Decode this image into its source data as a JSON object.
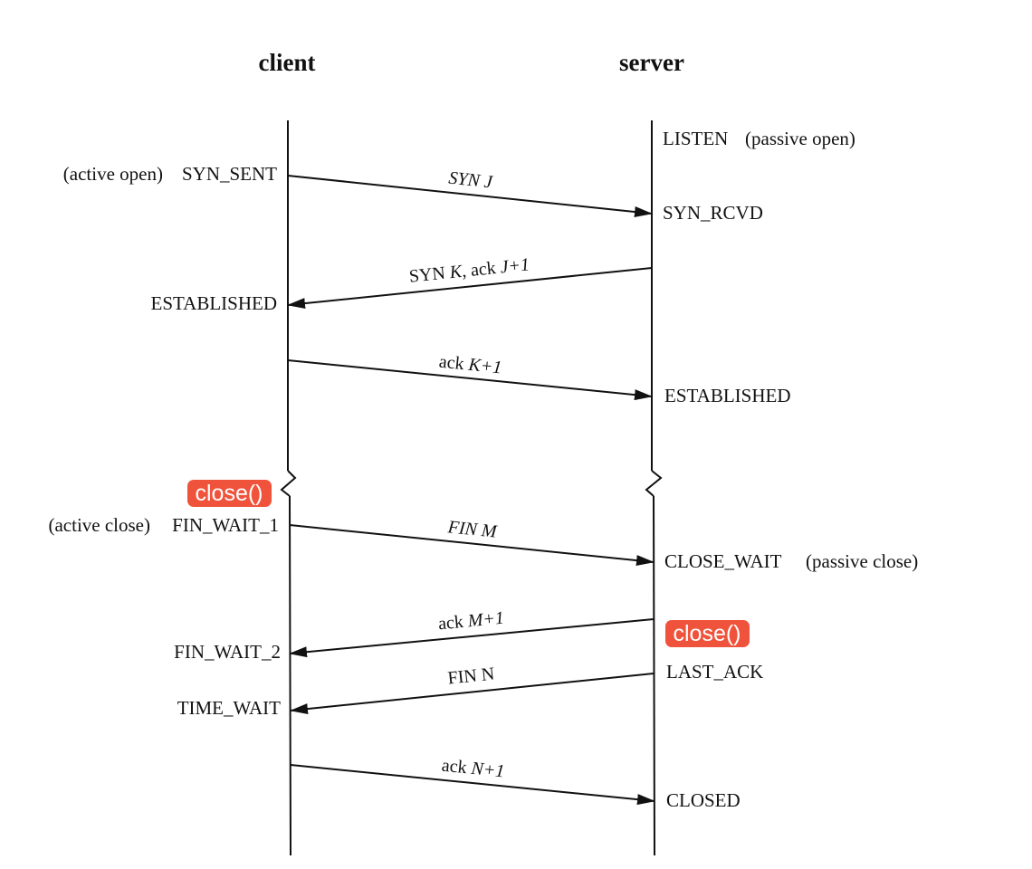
{
  "lanes": {
    "client_label": "client",
    "server_label": "server"
  },
  "client_states": {
    "syn_sent_note": "(active open)",
    "syn_sent": "SYN_SENT",
    "established": "ESTABLISHED",
    "fin_wait_1_note": "(active close)",
    "fin_wait_1": "FIN_WAIT_1",
    "fin_wait_2": "FIN_WAIT_2",
    "time_wait": "TIME_WAIT"
  },
  "server_states": {
    "listen": "LISTEN",
    "listen_note": "(passive open)",
    "syn_rcvd": "SYN_RCVD",
    "established": "ESTABLISHED",
    "close_wait": "CLOSE_WAIT",
    "close_wait_note": "(passive close)",
    "last_ack": "LAST_ACK",
    "closed": "CLOSED"
  },
  "calls": {
    "client_close": "close()",
    "server_close": "close()",
    "color": "#f0533b"
  },
  "messages": {
    "syn": {
      "prefix": "SYN ",
      "value": "J"
    },
    "syn_ack": {
      "syn": "SYN ",
      "k": "K",
      "ack": ", ack ",
      "j1": "J+1"
    },
    "ack_k": {
      "prefix": "ack ",
      "value": "K+1"
    },
    "fin_m": {
      "prefix": "FIN ",
      "value": "M"
    },
    "ack_m": {
      "prefix": "ack ",
      "value": "M+1"
    },
    "fin_n": {
      "prefix": "FIN ",
      "value": "N"
    },
    "ack_n": {
      "prefix": "ack ",
      "value": "N+1"
    }
  }
}
